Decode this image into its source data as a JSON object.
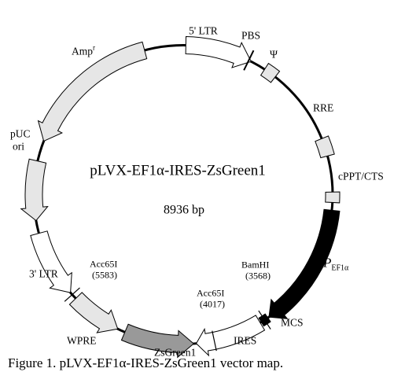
{
  "plasmid": {
    "name_prefix": "pLVX-EF1",
    "name_alpha": "α",
    "name_suffix": "-IRES-ZsGreen1",
    "size": "8936 bp"
  },
  "features": {
    "ltr5": "5' LTR",
    "pbs": "PBS",
    "psi": "Ψ",
    "rre": "RRE",
    "cppt": "cPPT/CTS",
    "pef1a_main": "P",
    "pef1a_sub": "EF1α",
    "bamhi": "BamHI",
    "bamhi_pos": "(3568)",
    "mcs": "MCS",
    "ires": "IRES",
    "acc65i_a": "Acc65I",
    "acc65i_a_pos": "(4017)",
    "zsgreen": "ZsGreen1",
    "wpre": "WPRE",
    "acc65i_b": "Acc65I",
    "acc65i_b_pos": "(5583)",
    "ltr3": "3' LTR",
    "puc_line1": "pUC",
    "puc_line2": "ori",
    "amp_main": "Amp",
    "amp_sup": "r"
  },
  "colors": {
    "light_gray": "#e6e6e6",
    "dark_gray": "#999999",
    "black": "#000000",
    "white": "#ffffff"
  },
  "caption": "Figure 1. pLVX-EF1α-IRES-ZsGreen1 vector map."
}
